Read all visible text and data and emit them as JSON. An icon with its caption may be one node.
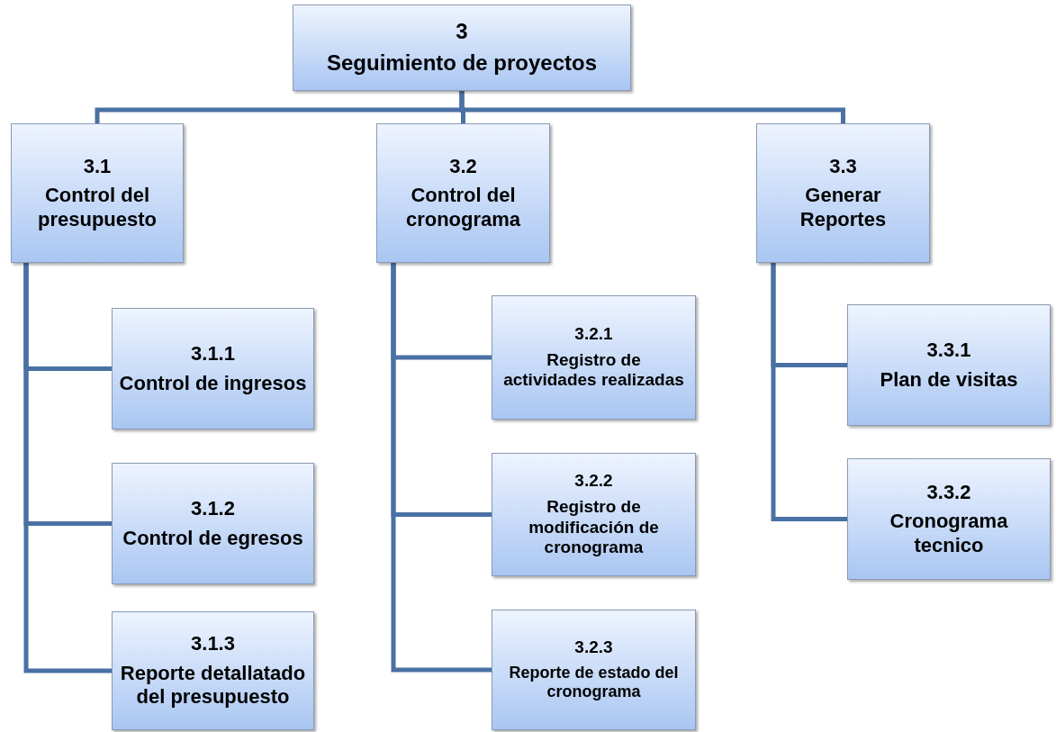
{
  "diagram": {
    "nodes": [
      {
        "text": [
          "3",
          "Seguimiento de proyectos"
        ]
      },
      {
        "text": [
          "3.1",
          "Control del presupuesto"
        ]
      },
      {
        "text": [
          "3.2",
          "Control del cronograma"
        ]
      },
      {
        "text": [
          "3.3",
          "Generar Reportes"
        ]
      },
      {
        "text": [
          "3.1.1",
          "Control de ingresos"
        ]
      },
      {
        "text": [
          "3.1.2",
          "Control de egresos"
        ]
      },
      {
        "text": [
          "3.1.3",
          "Reporte detallatado del presupuesto"
        ]
      },
      {
        "text": [
          "3.2.1",
          "Registro de actividades realizadas"
        ]
      },
      {
        "text": [
          "3.2.2",
          "Registro de modificación de cronograma"
        ]
      },
      {
        "text": [
          "3.2.3",
          "Reporte de estado del cronograma"
        ]
      },
      {
        "text": [
          "3.3.1",
          "Plan de visitas"
        ]
      },
      {
        "text": [
          "3.3.2",
          "Cronograma tecnico"
        ]
      }
    ],
    "edges": [
      {
        "from": 0,
        "to": 1,
        "arrow": "none"
      },
      {
        "from": 0,
        "to": 2,
        "arrow": "none"
      },
      {
        "from": 0,
        "to": 3,
        "arrow": "none"
      },
      {
        "from": 1,
        "to": 4,
        "arrow": "none"
      },
      {
        "from": 1,
        "to": 5,
        "arrow": "none"
      },
      {
        "from": 1,
        "to": 6,
        "arrow": "none"
      },
      {
        "from": 2,
        "to": 7,
        "arrow": "none"
      },
      {
        "from": 2,
        "to": 8,
        "arrow": "none"
      },
      {
        "from": 2,
        "to": 9,
        "arrow": "none"
      },
      {
        "from": 3,
        "to": 10,
        "arrow": "none"
      },
      {
        "from": 3,
        "to": 11,
        "arrow": "none"
      }
    ]
  }
}
